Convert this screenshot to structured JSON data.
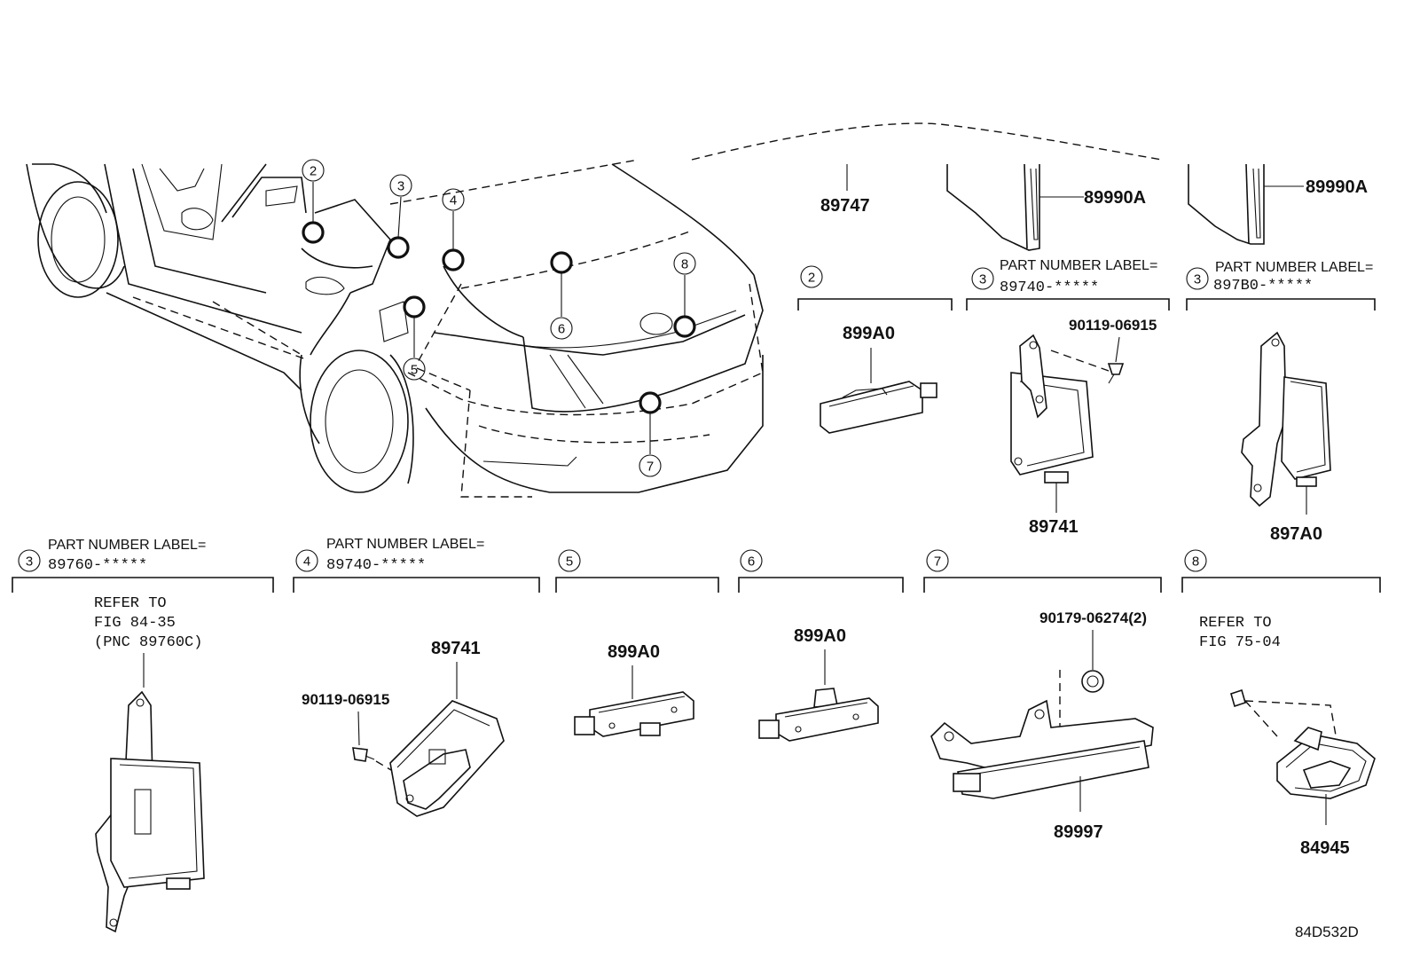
{
  "diagram_code": "84D532D",
  "overview": {
    "callouts": [
      "2",
      "3",
      "4",
      "5",
      "6",
      "7",
      "8"
    ],
    "top_part_numbers": {
      "antenna": "89747",
      "bracket_left": "89990A",
      "bracket_right": "89990A"
    }
  },
  "sections": {
    "s2": {
      "index": "2",
      "parts": {
        "oscillator": "899A0"
      }
    },
    "s3a": {
      "index": "3",
      "label_line1": "PART NUMBER LABEL=",
      "label_line2": "89740-*****",
      "parts": {
        "bolt": "90119-06915",
        "computer": "89741"
      }
    },
    "s3b": {
      "index": "3",
      "label_line1": "PART NUMBER LABEL=",
      "label_line2": "897B0-*****",
      "parts": {
        "computer": "897A0"
      }
    },
    "s3c": {
      "index": "3",
      "label_line1": "PART NUMBER LABEL=",
      "label_line2": "89760-*****",
      "refer_line1": "REFER TO",
      "refer_line2": "FIG 84-35",
      "refer_line3": "(PNC 89760C)"
    },
    "s4": {
      "index": "4",
      "label_line1": "PART NUMBER LABEL=",
      "label_line2": "89740-*****",
      "parts": {
        "computer": "89741",
        "bolt": "90119-06915"
      }
    },
    "s5": {
      "index": "5",
      "parts": {
        "oscillator": "899A0"
      }
    },
    "s6": {
      "index": "6",
      "parts": {
        "oscillator": "899A0"
      }
    },
    "s7": {
      "index": "7",
      "parts": {
        "nut": "90179-06274(2)",
        "oscillator": "89997"
      }
    },
    "s8": {
      "index": "8",
      "refer_line1": "REFER TO",
      "refer_line2": "FIG 75-04",
      "parts": {
        "switch": "84945"
      }
    }
  }
}
